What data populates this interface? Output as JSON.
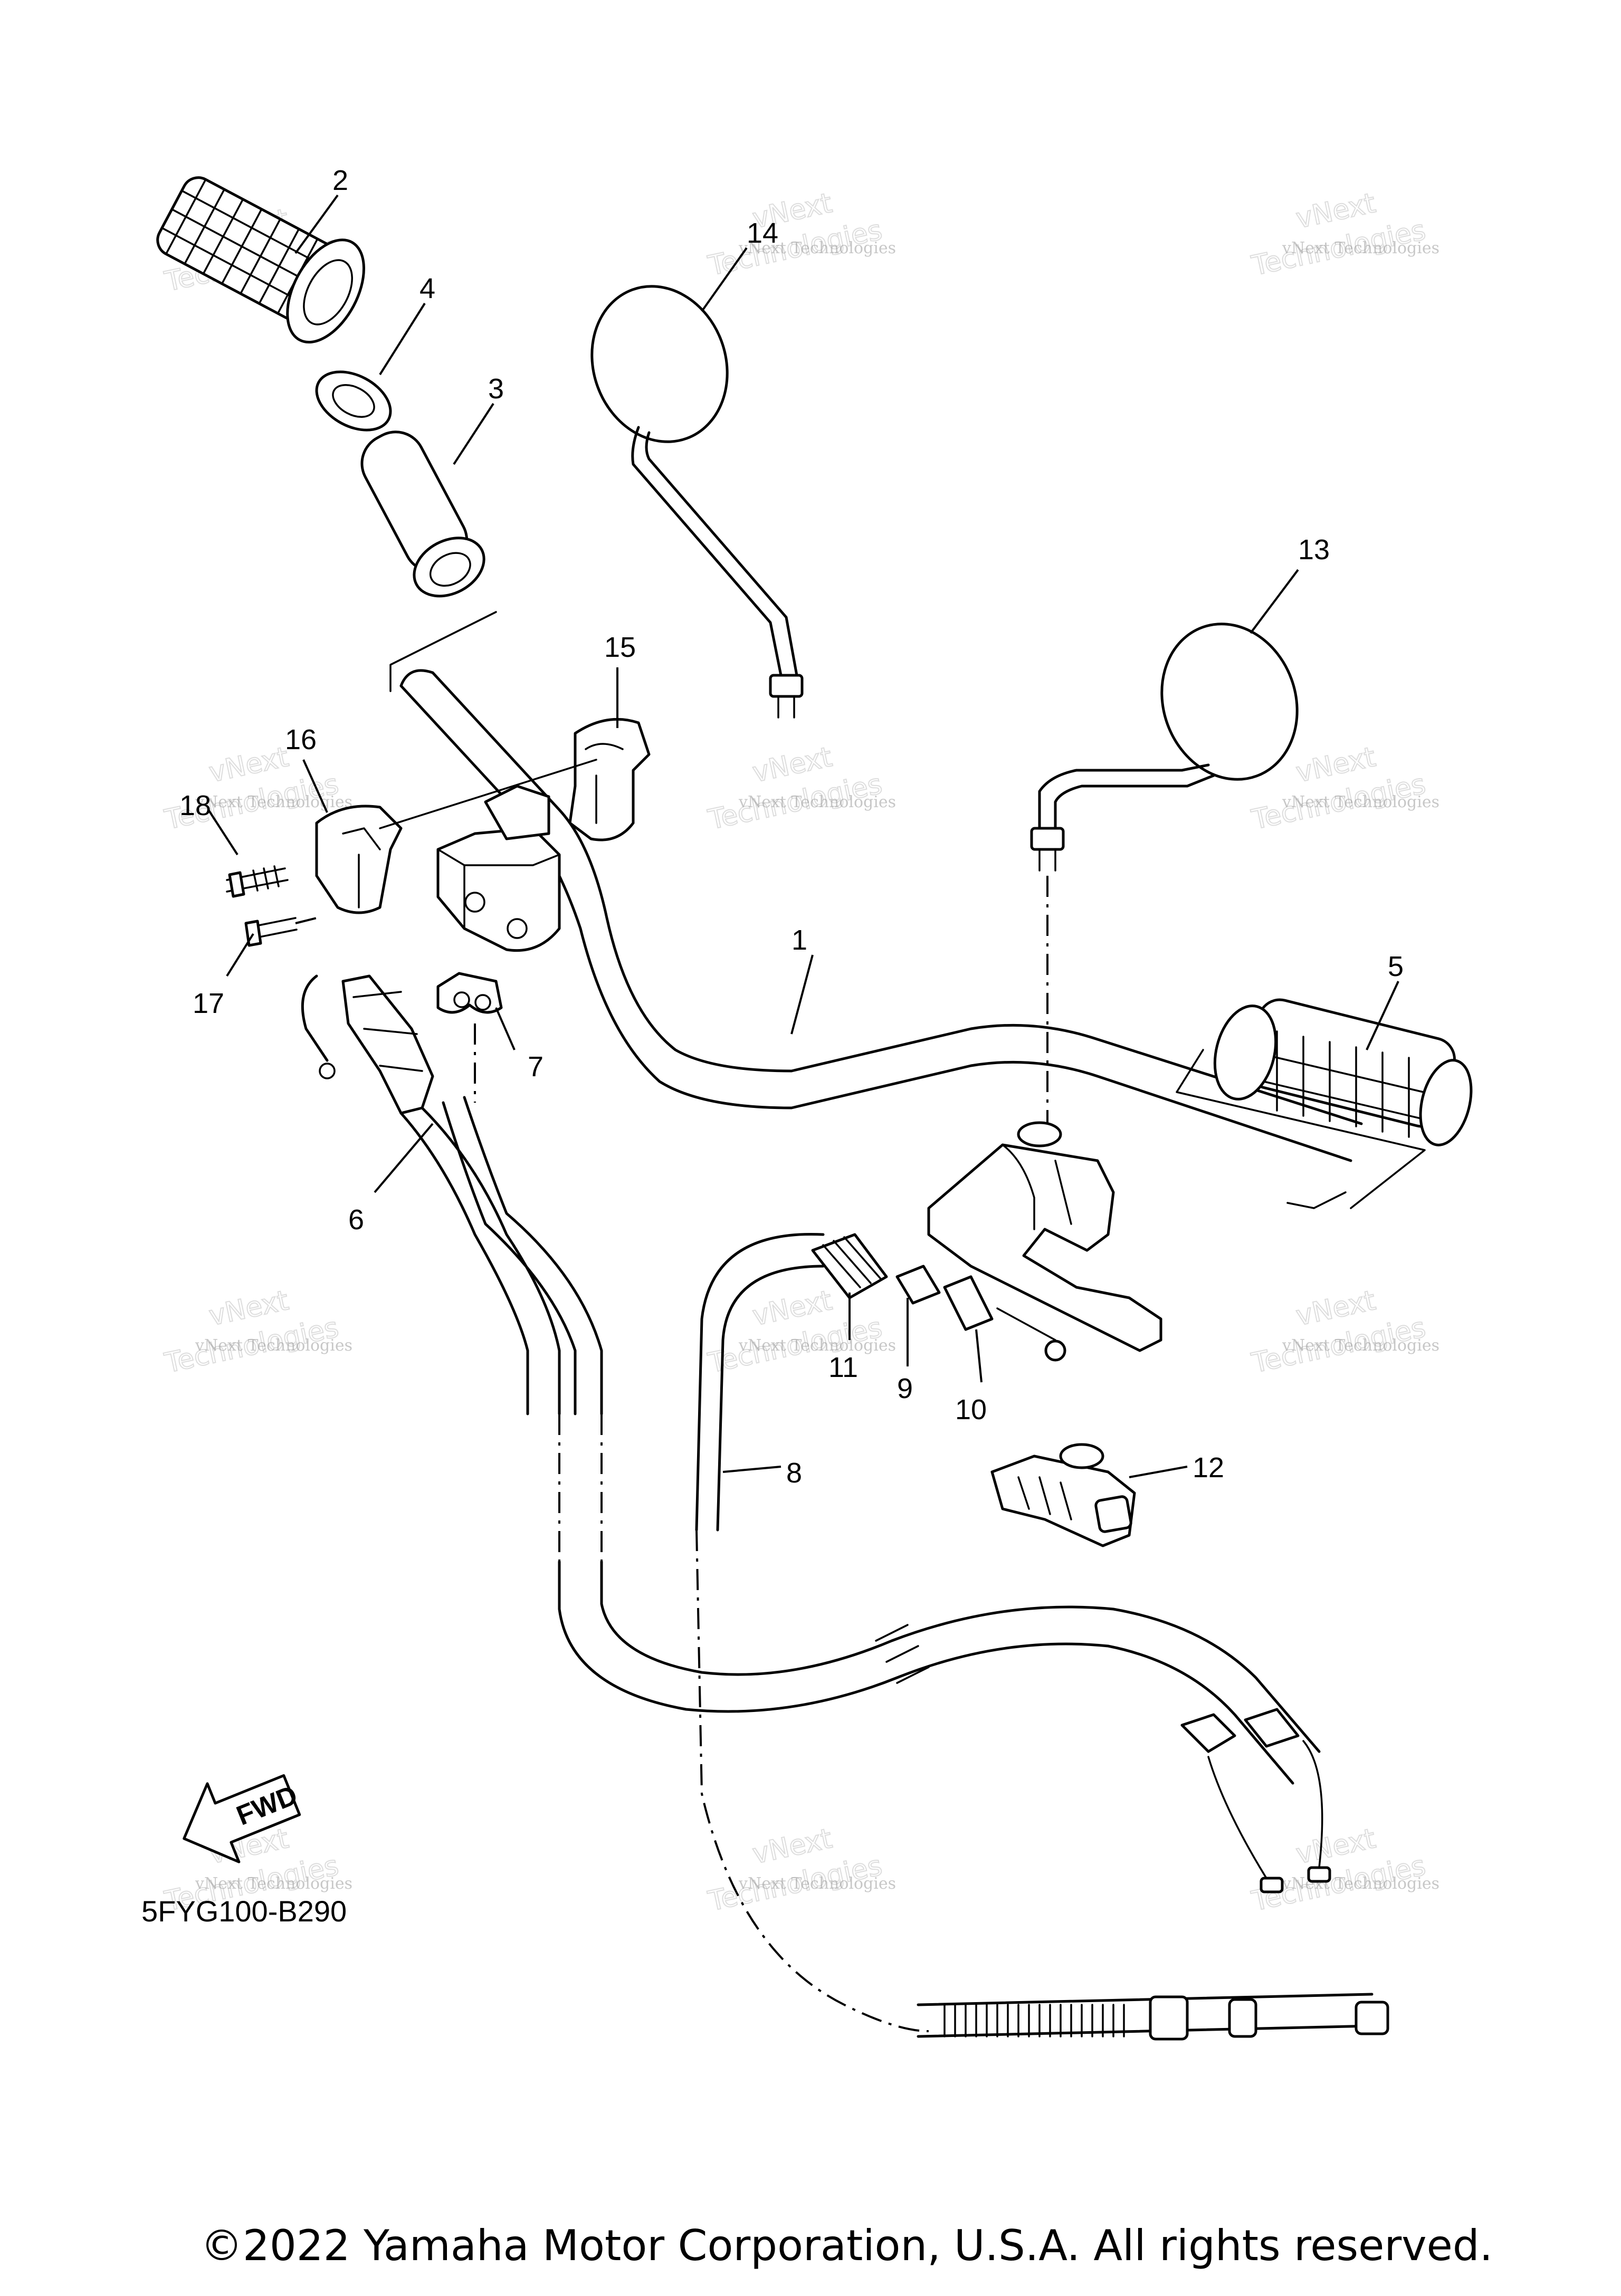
{
  "diagram": {
    "code": "5FYG100-B290",
    "copyright": "©2022 Yamaha Motor Corporation, U.S.A. All rights reserved.",
    "fwd_label": "FWD",
    "watermark_line1": "vNext Technologies",
    "watermark_line2": "Technologies",
    "watermark_line3": "vNext",
    "part_labels": [
      "1",
      "2",
      "3",
      "4",
      "5",
      "6",
      "7",
      "8",
      "9",
      "10",
      "11",
      "12",
      "13",
      "14",
      "15",
      "16",
      "17",
      "18"
    ]
  }
}
